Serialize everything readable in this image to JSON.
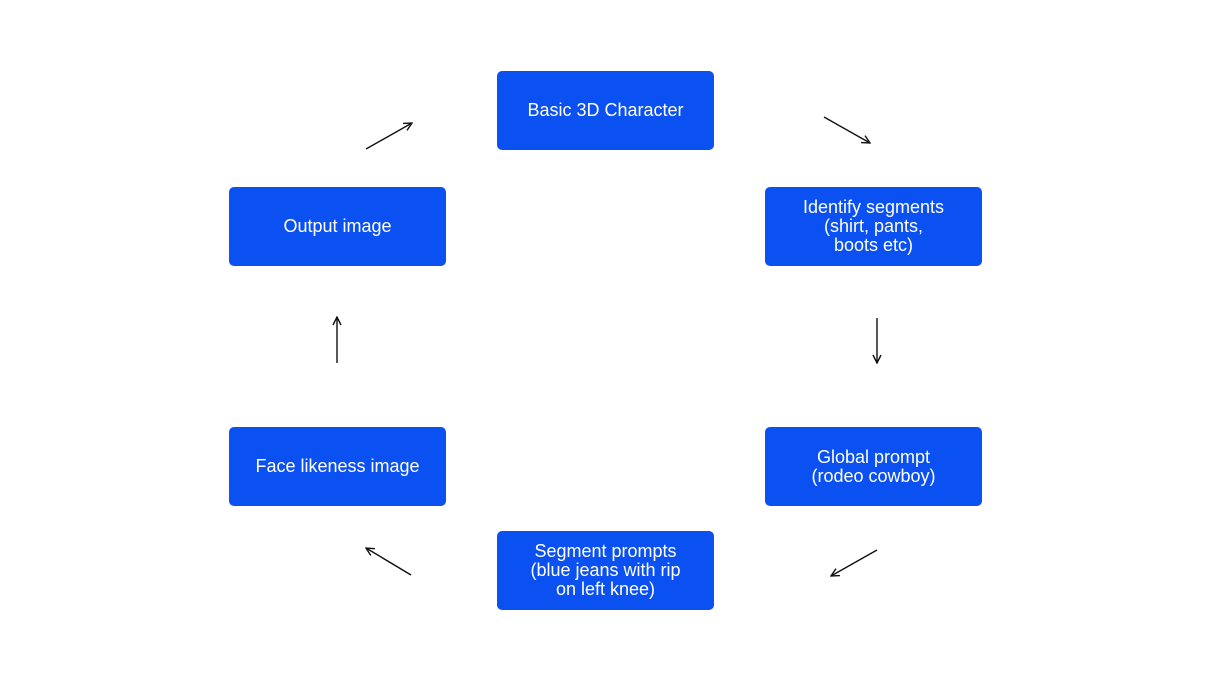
{
  "colors": {
    "node_fill": "#0b50f0",
    "node_text": "#ffffff",
    "arrow": "#111111",
    "background": "#ffffff"
  },
  "nodes": {
    "basic_3d_character": "Basic 3D Character",
    "identify_segments": "Identify segments\n(shirt, pants,\nboots etc)",
    "global_prompt": "Global prompt\n(rodeo cowboy)",
    "segment_prompts": "Segment prompts\n(blue jeans with rip\non left knee)",
    "face_likeness_image": "Face likeness image",
    "output_image": "Output image"
  }
}
